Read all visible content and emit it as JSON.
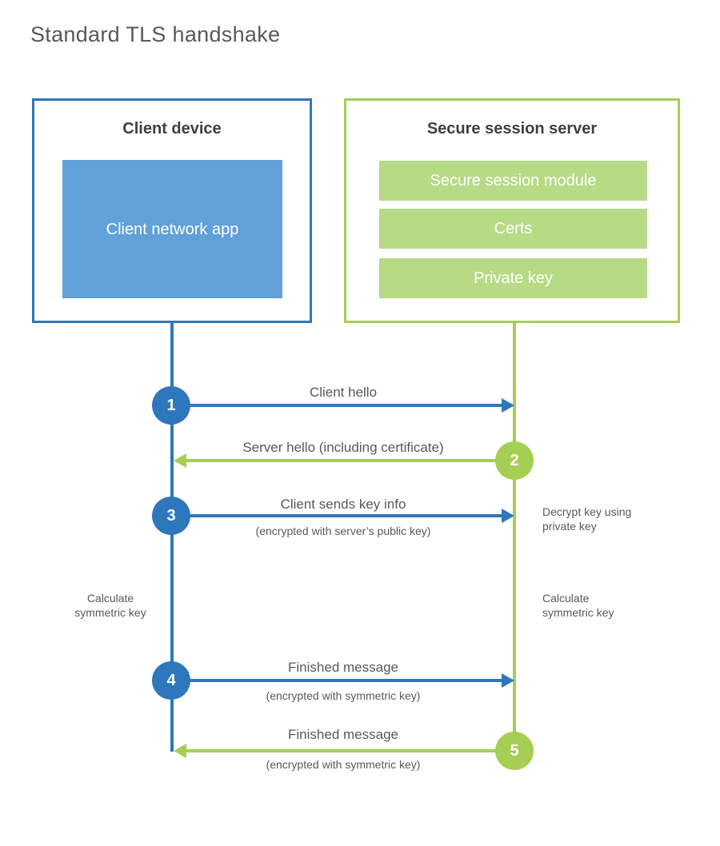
{
  "title": "Standard TLS handshake",
  "client_box": {
    "title": "Client device",
    "app_label": "Client network app"
  },
  "server_box": {
    "title": "Secure session server",
    "modules": [
      "Secure session module",
      "Certs",
      "Private key"
    ]
  },
  "steps": [
    {
      "num": "1",
      "label": "Client hello",
      "sub": ""
    },
    {
      "num": "2",
      "label": "Server hello (including certificate)",
      "sub": ""
    },
    {
      "num": "3",
      "label": "Client sends key info",
      "sub": "(encrypted with server’s public key)"
    },
    {
      "num": "4",
      "label": "Finished message",
      "sub": "(encrypted with symmetric key)"
    },
    {
      "num": "5",
      "label": "Finished message",
      "sub": "(encrypted with symmetric key)"
    }
  ],
  "side_notes": {
    "decrypt_right": "Decrypt key using private key",
    "calculate_left": "Calculate symmetric key",
    "calculate_right": "Calculate symmetric key"
  },
  "colors": {
    "blue_line": "#2e77bc",
    "blue_fill": "#61a0d8",
    "green_line": "#a5cf52",
    "green_fill": "#b7da85",
    "heading_text": "#3f3f42",
    "label_text": "#595959"
  }
}
